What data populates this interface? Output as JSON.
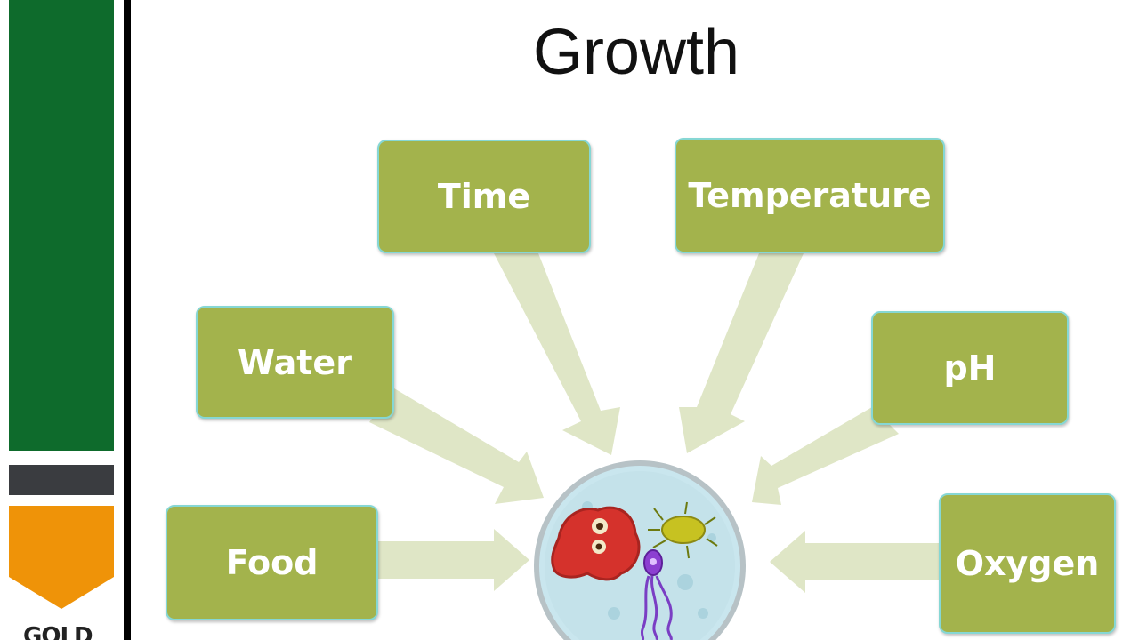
{
  "title": "Growth",
  "logo_text": "GOLD",
  "colors": {
    "sidebar_green": "#0e6b2c",
    "sidebar_gray": "#3a3c40",
    "sidebar_orange": "#ef9308",
    "sidebar_line": "#000000",
    "node_fill": "#a3b34c",
    "node_border": "#86d7d4",
    "arrow_fill": "#dfe6c6",
    "dish_fill": "#c9e6ee",
    "dish_rim": "#b7c2c6"
  },
  "factors": [
    {
      "id": "time",
      "label": "Time"
    },
    {
      "id": "temperature",
      "label": "Temperature"
    },
    {
      "id": "water",
      "label": "Water"
    },
    {
      "id": "ph",
      "label": "pH"
    },
    {
      "id": "food",
      "label": "Food"
    },
    {
      "id": "oxygen",
      "label": "Oxygen"
    }
  ],
  "center": {
    "icon": "petri-dish-microbes-icon"
  }
}
